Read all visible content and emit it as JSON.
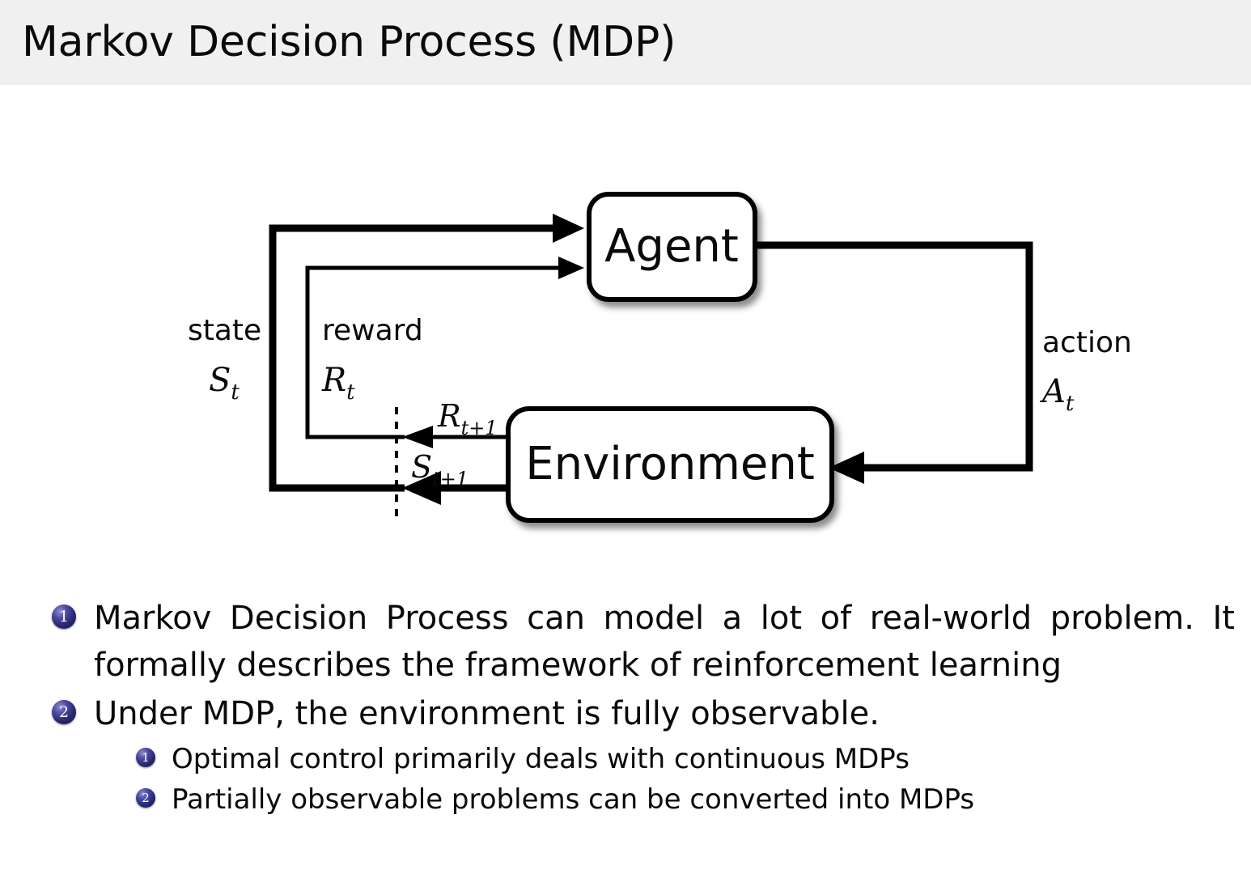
{
  "slide": {
    "title": "Markov Decision Process (MDP)",
    "header_bg": "#f0f0f0",
    "text_color": "#0a0a0a",
    "bullet_color": "#27276f"
  },
  "diagram": {
    "type": "agent-environment-interaction-loop",
    "nodes": [
      {
        "id": "agent",
        "label": "Agent"
      },
      {
        "id": "environment",
        "label": "Environment"
      }
    ],
    "labels": {
      "state_word": "state",
      "state_symbol_base": "S",
      "state_symbol_sub": "t",
      "reward_word": "reward",
      "reward_symbol_base": "R",
      "reward_symbol_sub": "t",
      "action_word": "action",
      "action_symbol_base": "A",
      "action_symbol_sub": "t",
      "next_reward_base": "R",
      "next_reward_sub": "t+1",
      "next_state_base": "S",
      "next_state_sub": "t+1"
    },
    "edges": [
      {
        "from": "environment",
        "to": "agent",
        "signal": "state S_t"
      },
      {
        "from": "environment",
        "to": "agent",
        "signal": "reward R_t"
      },
      {
        "from": "agent",
        "to": "environment",
        "signal": "action A_t"
      },
      {
        "from": "environment",
        "to": "boundary",
        "signal": "R_t+1"
      },
      {
        "from": "environment",
        "to": "boundary",
        "signal": "S_t+1"
      }
    ]
  },
  "bullets": [
    {
      "number": "1",
      "text": "Markov Decision Process can model a lot of real-world problem. It formally describes the framework of reinforcement learning",
      "children": []
    },
    {
      "number": "2",
      "text": "Under MDP, the environment is fully observable.",
      "children": [
        {
          "number": "1",
          "text": "Optimal control primarily deals with continuous MDPs"
        },
        {
          "number": "2",
          "text": "Partially observable problems can be converted into MDPs"
        }
      ]
    }
  ]
}
